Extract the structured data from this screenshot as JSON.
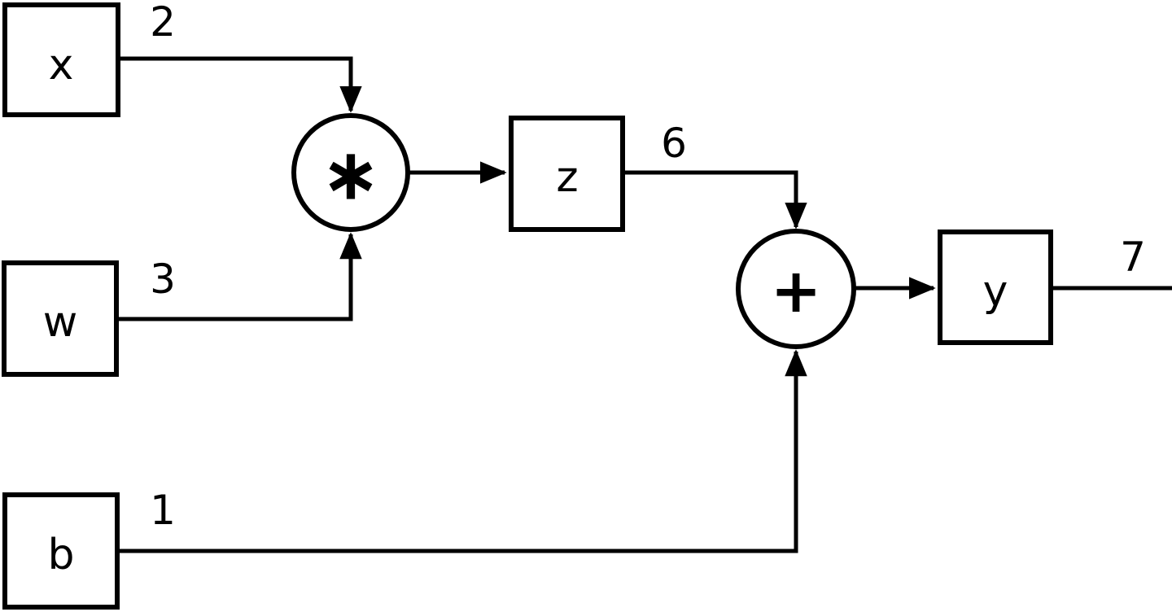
{
  "diagram": {
    "type": "computational-graph",
    "colors": {
      "stroke": "#000000",
      "background": "#ffffff"
    },
    "nodes": {
      "x": {
        "label": "x",
        "kind": "input"
      },
      "w": {
        "label": "w",
        "kind": "input"
      },
      "b": {
        "label": "b",
        "kind": "input"
      },
      "z": {
        "label": "z",
        "kind": "intermediate"
      },
      "y": {
        "label": "y",
        "kind": "output"
      }
    },
    "operators": {
      "multiply": {
        "symbol": "∗"
      },
      "add": {
        "symbol": "+"
      }
    },
    "edges": [
      {
        "from": "x",
        "to": "multiply",
        "label": "2"
      },
      {
        "from": "w",
        "to": "multiply",
        "label": "3"
      },
      {
        "from": "z",
        "to": "add",
        "label": "6"
      },
      {
        "from": "b",
        "to": "add",
        "label": "1"
      },
      {
        "from": "y",
        "to": "output",
        "label": "7"
      },
      {
        "from": "multiply",
        "to": "z",
        "label": ""
      },
      {
        "from": "add",
        "to": "y",
        "label": ""
      }
    ]
  }
}
